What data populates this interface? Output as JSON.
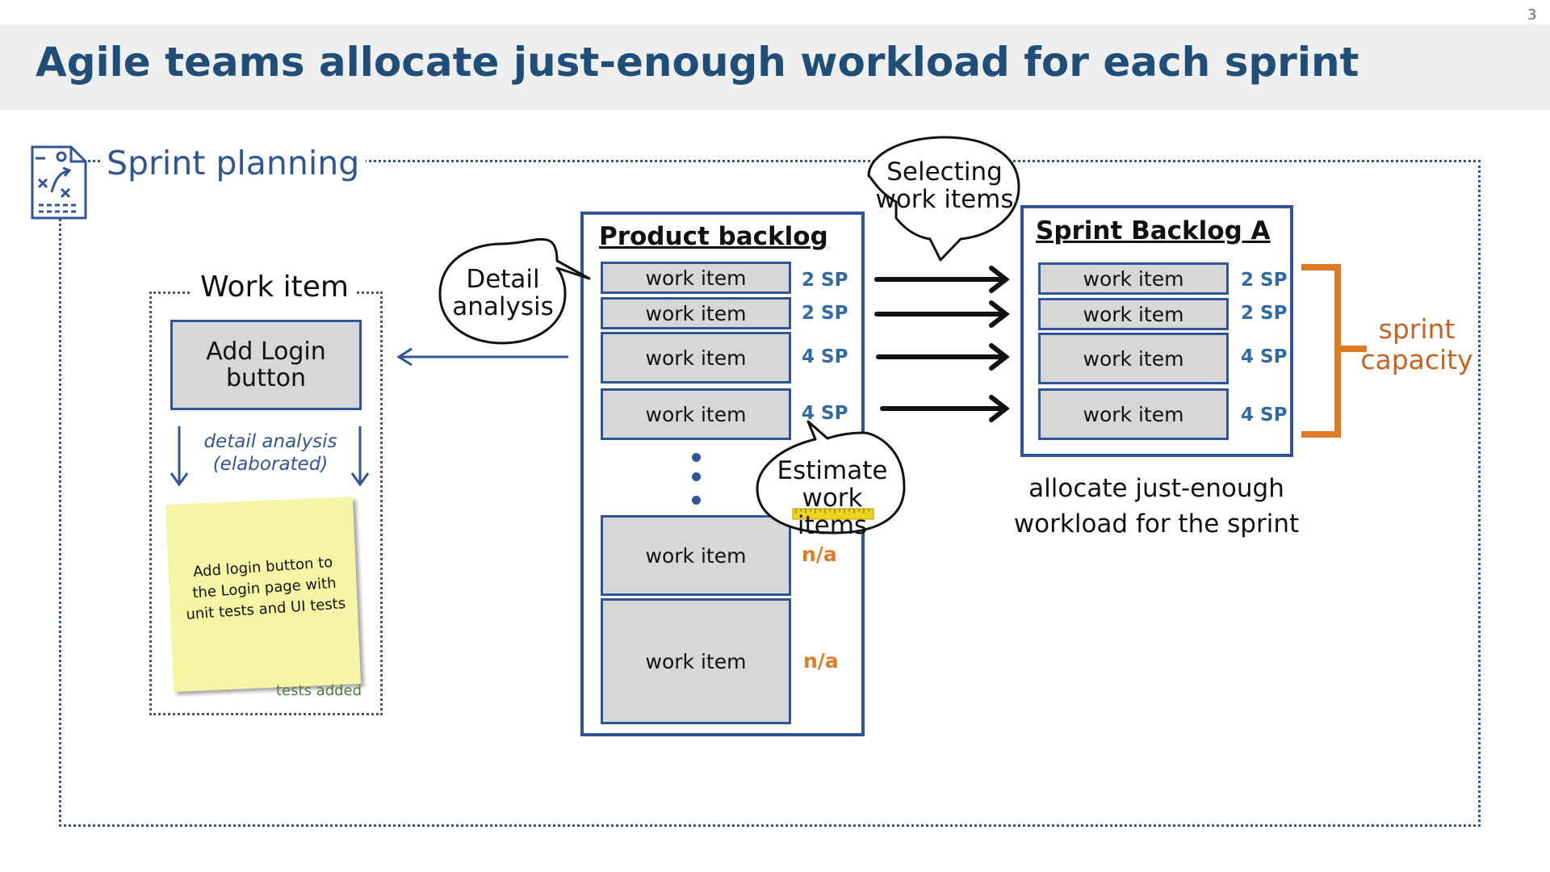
{
  "page_number": "3",
  "title": "Agile teams allocate just-enough workload for each sprint",
  "sprint_planning": {
    "label": "Sprint planning",
    "icon": "strategy-board-icon"
  },
  "work_item_panel": {
    "title": "Work item",
    "item_label": "Add Login button",
    "detail_note": "detail analysis (elaborated)",
    "sticky_note": "Add login button to the Login page with unit tests and UI tests",
    "sticky_footer": "tests added"
  },
  "callouts": {
    "detail_analysis": "Detail analysis",
    "selecting": "Selecting work items",
    "estimate": "Estimate work items"
  },
  "product_backlog": {
    "title": "Product backlog",
    "items": [
      {
        "label": "work item",
        "points": "2 SP"
      },
      {
        "label": "work item",
        "points": "2 SP"
      },
      {
        "label": "work item",
        "points": "4 SP"
      },
      {
        "label": "work item",
        "points": "4 SP"
      },
      {
        "label": "work item",
        "points": "n/a"
      },
      {
        "label": "work item",
        "points": "n/a"
      }
    ]
  },
  "sprint_backlog": {
    "title": "Sprint Backlog A",
    "items": [
      {
        "label": "work item",
        "points": "2 SP"
      },
      {
        "label": "work item",
        "points": "2 SP"
      },
      {
        "label": "work item",
        "points": "4 SP"
      },
      {
        "label": "work item",
        "points": "4 SP"
      }
    ],
    "caption": "allocate just-enough workload for the sprint"
  },
  "capacity": {
    "label": "sprint capacity"
  },
  "colors": {
    "primary": "#1f4e79",
    "accent_blue": "#2f5597",
    "points_blue": "#2f6aa4",
    "orange": "#e07b24",
    "sticky_yellow": "#f8f4a6",
    "gray_fill": "#d7d7d7"
  }
}
